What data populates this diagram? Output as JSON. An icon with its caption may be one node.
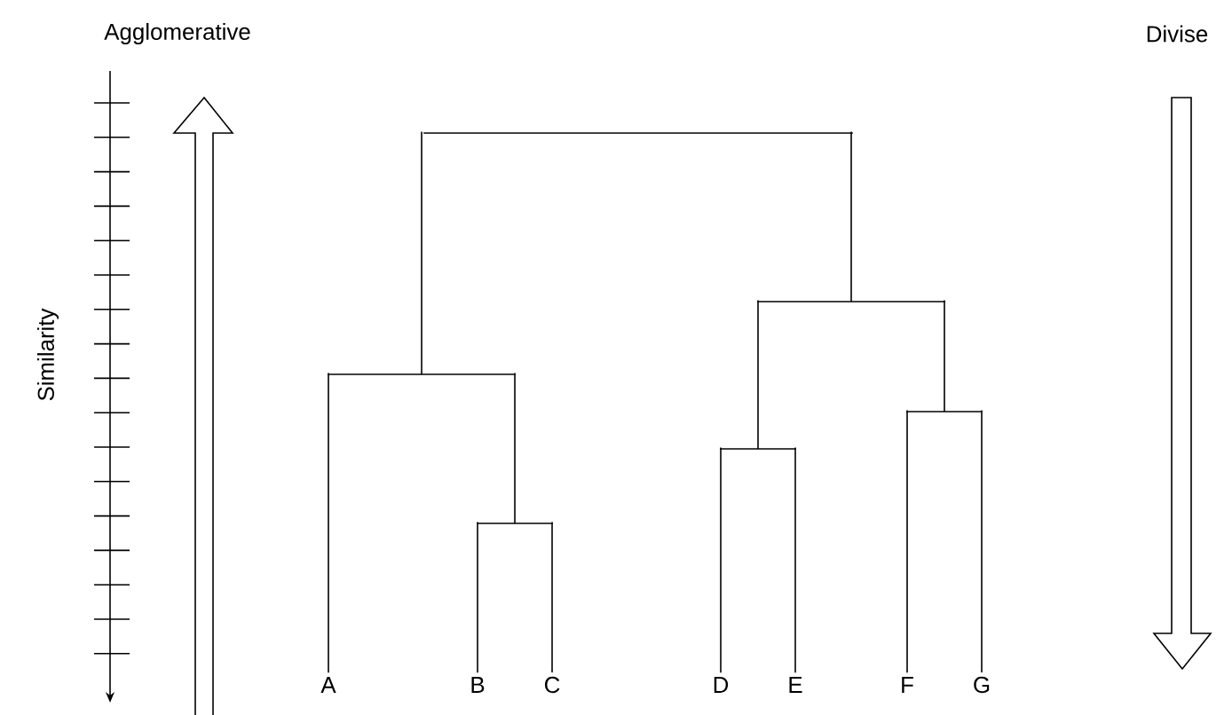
{
  "diagram": {
    "nodes": [
      {
        "text": [
          "A"
        ]
      },
      {
        "text": [
          "B"
        ]
      },
      {
        "text": [
          "C"
        ]
      },
      {
        "text": [
          "D"
        ]
      },
      {
        "text": [
          "E"
        ]
      },
      {
        "text": [
          "F"
        ]
      },
      {
        "text": [
          "G"
        ]
      },
      {
        "text": [],
        "shape": "bar"
      },
      {
        "text": [],
        "shape": "bar"
      },
      {
        "text": [],
        "shape": "bar"
      },
      {
        "text": [],
        "shape": "bar"
      },
      {
        "text": [],
        "shape": "bar"
      },
      {
        "text": [],
        "shape": "bar"
      }
    ],
    "edges": [
      {
        "from": 7,
        "to": 1,
        "arrow": "none"
      },
      {
        "from": 7,
        "to": 2,
        "arrow": "none"
      },
      {
        "from": 8,
        "to": 0,
        "arrow": "none"
      },
      {
        "from": 8,
        "to": 7,
        "arrow": "none"
      },
      {
        "from": 9,
        "to": 3,
        "arrow": "none"
      },
      {
        "from": 9,
        "to": 4,
        "arrow": "none"
      },
      {
        "from": 10,
        "to": 5,
        "arrow": "none"
      },
      {
        "from": 10,
        "to": 6,
        "arrow": "none"
      },
      {
        "from": 11,
        "to": 9,
        "arrow": "none"
      },
      {
        "from": 11,
        "to": 10,
        "arrow": "none"
      },
      {
        "from": 12,
        "to": 8,
        "arrow": "none"
      },
      {
        "from": 12,
        "to": 11,
        "arrow": "none"
      }
    ],
    "labels": [
      "Agglomerative",
      "Divise",
      "Similarity"
    ]
  }
}
